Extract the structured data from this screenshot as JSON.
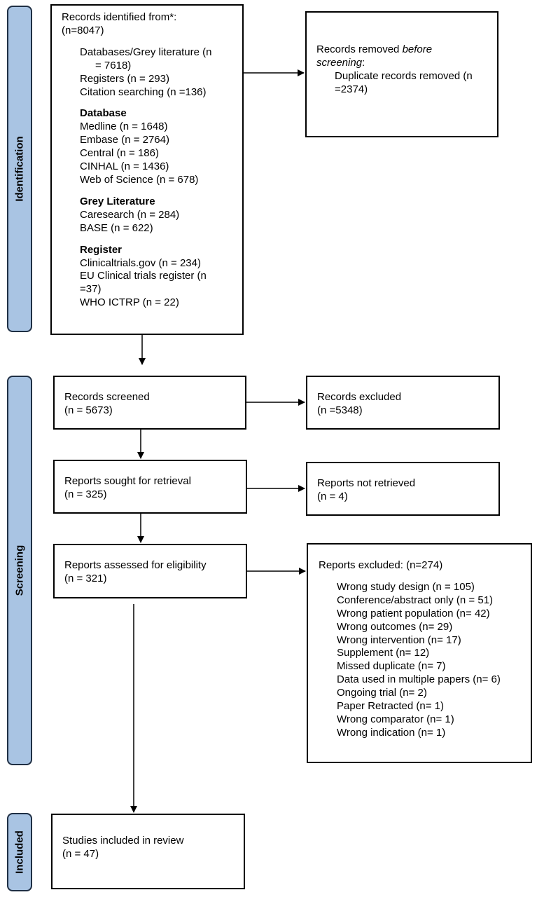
{
  "phases": {
    "identification": "Identification",
    "screening": "Screening",
    "included": "Included"
  },
  "identification_box": {
    "title": "Records identified from*:",
    "total": "(n=8047)",
    "sources": [
      "Databases/Grey literature (n",
      "= 7618)",
      "Registers (n = 293)",
      "Citation searching (n =136)"
    ],
    "database_heading": "Database",
    "databases": [
      "Medline (n = 1648)",
      "Embase (n = 2764)",
      "Central (n = 186)",
      "CINHAL (n = 1436)",
      "Web of Science (n = 678)"
    ],
    "grey_heading": "Grey Literature",
    "grey": [
      "Caresearch (n = 284)",
      "BASE (n = 622)"
    ],
    "register_heading": "Register",
    "registers": [
      "Clinicaltrials.gov (n = 234)",
      "EU Clinical trials register (n",
      "=37)",
      "WHO ICTRP (n = 22)"
    ]
  },
  "removed_box": {
    "line1_prefix": "Records removed ",
    "line1_italic": "before",
    "line2_italic": "screening",
    "line2_suffix": ":",
    "detail1": "Duplicate records removed (n",
    "detail2": "=2374)"
  },
  "screened_box": {
    "label": "Records screened",
    "count": "(n = 5673)"
  },
  "excluded_box": {
    "label": "Records excluded",
    "count": "(n =5348)"
  },
  "sought_box": {
    "label": "Reports sought for retrieval",
    "count": "(n = 325)"
  },
  "not_retrieved_box": {
    "label": "Reports not retrieved",
    "count": "(n = 4)"
  },
  "assessed_box": {
    "label": "Reports assessed for eligibility",
    "count": "(n = 321)"
  },
  "reports_excluded_box": {
    "title": "Reports excluded: (n=274)",
    "reasons": [
      "Wrong study design (n = 105)",
      "Conference/abstract only (n = 51)",
      "Wrong patient population (n= 42)",
      "Wrong outcomes (n= 29)",
      "Wrong intervention (n= 17)",
      "Supplement (n= 12)",
      "Missed duplicate (n= 7)",
      "Data used in multiple papers (n= 6)",
      "Ongoing trial (n= 2)",
      "Paper Retracted (n= 1)",
      "Wrong comparator (n= 1)",
      "Wrong indication (n= 1)"
    ]
  },
  "included_box": {
    "label": "Studies included in review",
    "count": "(n = 47)"
  }
}
